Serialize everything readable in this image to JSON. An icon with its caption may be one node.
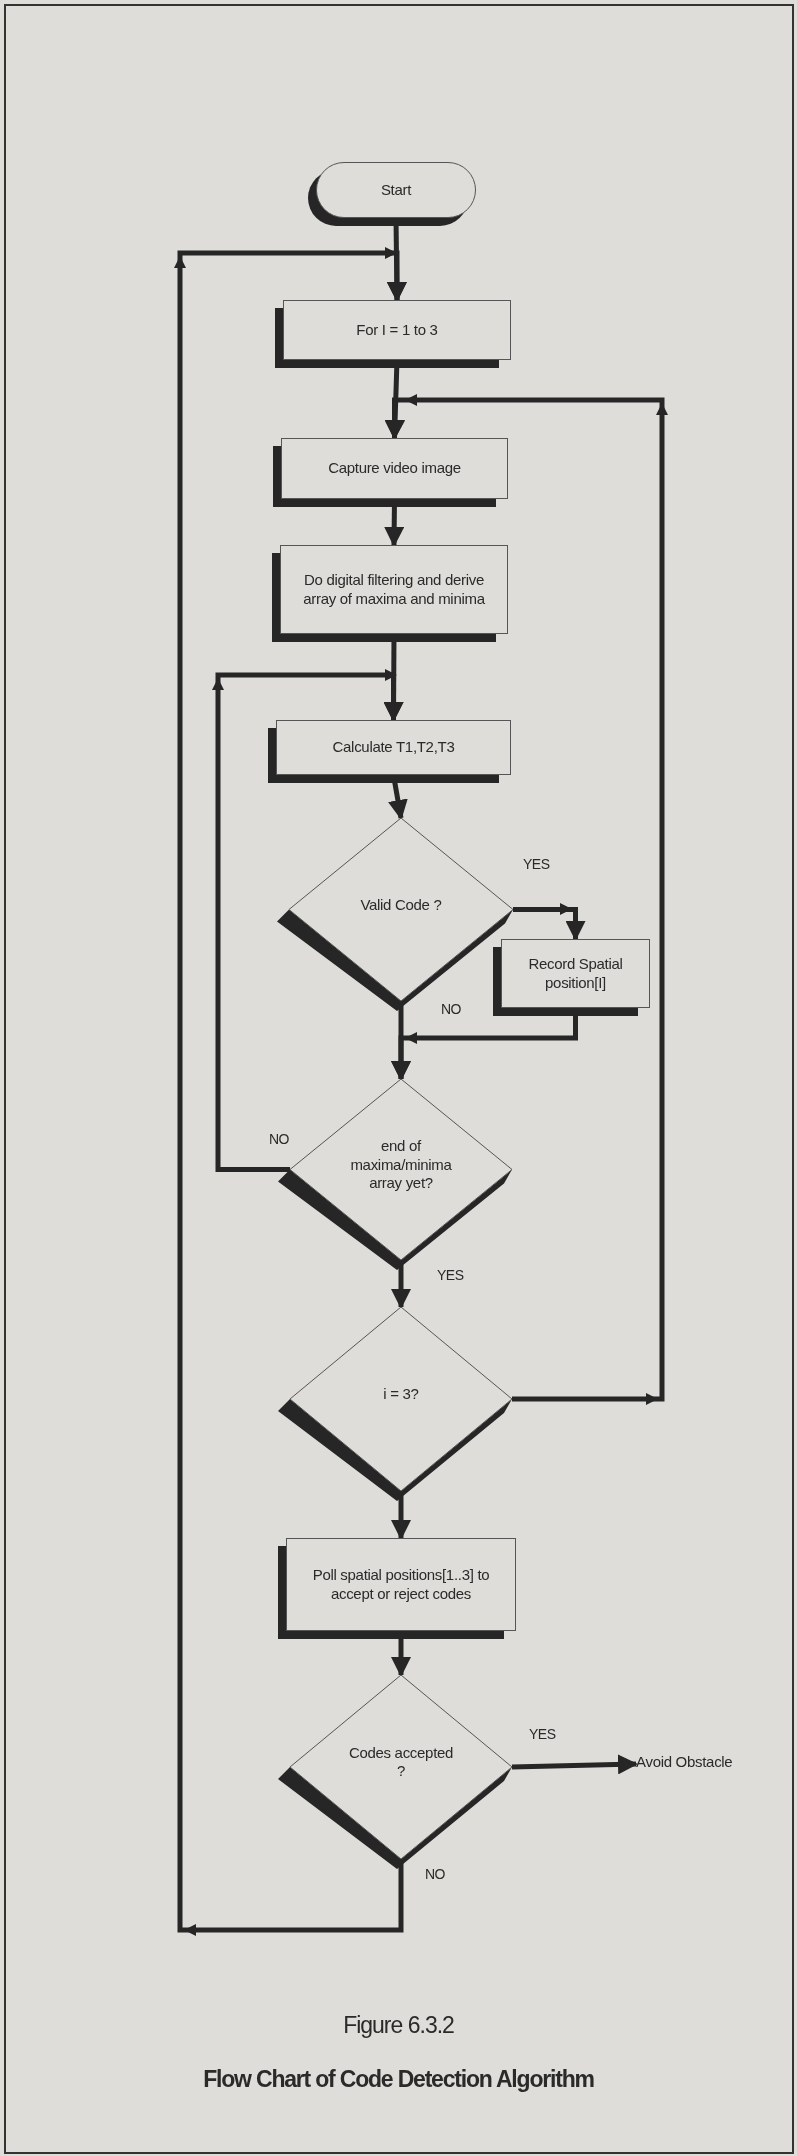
{
  "diagram": {
    "title": "Figure 6.3.2",
    "caption": "Flow Chart of Code Detection Algorithm",
    "nodes": [
      {
        "text": [
          "Start"
        ]
      },
      {
        "text": [
          "For I =  1 to 3"
        ]
      },
      {
        "text": [
          "Capture video image"
        ]
      },
      {
        "text": [
          "Do digital filtering and derive array of maxima and minima"
        ]
      },
      {
        "text": [
          "Calculate T1,T2,T3"
        ]
      },
      {
        "text": [
          "Valid Code ?"
        ]
      },
      {
        "text": [
          "Record Spatial position[I]"
        ]
      },
      {
        "text": [
          "end of maxima/minima array yet?"
        ]
      },
      {
        "text": [
          "i = 3?"
        ]
      },
      {
        "text": [
          "Poll spatial positions[1..3] to accept or reject codes"
        ]
      },
      {
        "text": [
          "Codes accepted ?"
        ]
      },
      {
        "text": [
          "Avoid Obstacle"
        ]
      }
    ],
    "edges": [
      {
        "from": 0,
        "to": 1,
        "arrow": "to"
      },
      {
        "from": 1,
        "to": 2,
        "arrow": "to"
      },
      {
        "from": 2,
        "to": 3,
        "arrow": "to"
      },
      {
        "from": 3,
        "to": 4,
        "arrow": "to"
      },
      {
        "from": 4,
        "to": 5,
        "arrow": "to"
      },
      {
        "from": 5,
        "to": 6,
        "arrow": "to",
        "label": "YES"
      },
      {
        "from": 6,
        "to": 7,
        "arrow": "to"
      },
      {
        "from": 5,
        "to": 7,
        "arrow": "to",
        "label": "NO"
      },
      {
        "from": 7,
        "to": 4,
        "arrow": "to",
        "label": "NO"
      },
      {
        "from": 7,
        "to": 8,
        "arrow": "to",
        "label": "YES"
      },
      {
        "from": 8,
        "to": 2,
        "arrow": "to"
      },
      {
        "from": 8,
        "to": 9,
        "arrow": "to"
      },
      {
        "from": 9,
        "to": 10,
        "arrow": "to"
      },
      {
        "from": 10,
        "to": 11,
        "arrow": "to",
        "label": "YES"
      },
      {
        "from": 10,
        "to": 1,
        "arrow": "to",
        "label": "NO"
      }
    ]
  }
}
